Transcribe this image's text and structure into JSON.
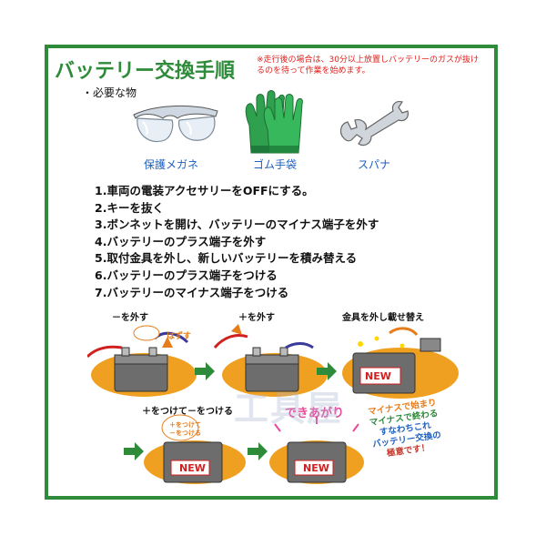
{
  "title": "バッテリー交換手順",
  "note": "※走行後の場合は、30分以上放置しバッテリーのガスが抜けるのを待って作業を始めます。",
  "needs_heading": "・必要な物",
  "tools": [
    {
      "label": "保護メガネ",
      "icon": "safety-glasses-icon"
    },
    {
      "label": "ゴム手袋",
      "icon": "rubber-gloves-icon"
    },
    {
      "label": "スパナ",
      "icon": "wrench-icon"
    }
  ],
  "steps": [
    "1.車両の電装アクセサリーをOFFにする。",
    "2.キーを抜く",
    "3.ボンネットを開け、バッテリーのマイナス端子を外す",
    "4.バッテリーのプラス端子を外す",
    "5.取付金具を外し、新しいバッテリーを積み替える",
    "6.バッテリーのプラス端子をつける",
    "7.バッテリーのマイナス端子をつける"
  ],
  "illustrations": {
    "step_minus_off": "－を外す",
    "step_plus_off": "＋を外す",
    "step_swap": "金具を外し載せ替え",
    "step_attach": "＋をつけて－をつける",
    "done": "できあがり",
    "hazusu": "はずす",
    "plus_attach_1": "＋をつけて",
    "plus_attach_2": "－をつける",
    "new_label": "NEW"
  },
  "watermark": "工具屋",
  "badge": {
    "line1": "マイナスで始まり",
    "line2": "マイナスで終わる",
    "line3": "すなわちこれ",
    "line4": "バッテリー交換の",
    "line5": "極意です！"
  },
  "colors": {
    "accent": "#2e8b3a",
    "note": "#e0201c",
    "tool_label": "#1f5fbf",
    "done": "#e84a9a",
    "arrow": "#2e8b3a",
    "blob": "#f0a020"
  }
}
